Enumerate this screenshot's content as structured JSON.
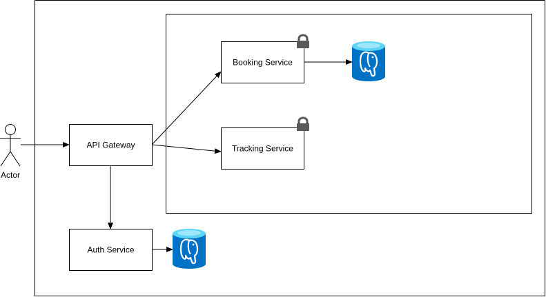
{
  "diagram": {
    "actor": {
      "label": "Actor"
    },
    "nodes": {
      "api_gateway": {
        "label": "API Gateway"
      },
      "booking_service": {
        "label": "Booking Service",
        "locked": true,
        "database_icon": "postgresql-database-icon"
      },
      "tracking_service": {
        "label": "Tracking Service",
        "locked": true
      },
      "auth_service": {
        "label": "Auth Service",
        "database_icon": "postgresql-database-icon"
      }
    },
    "edges": [
      {
        "from": "actor",
        "to": "api_gateway"
      },
      {
        "from": "api_gateway",
        "to": "booking_service"
      },
      {
        "from": "api_gateway",
        "to": "tracking_service"
      },
      {
        "from": "api_gateway",
        "to": "auth_service"
      },
      {
        "from": "booking_service",
        "to": "booking_db"
      },
      {
        "from": "auth_service",
        "to": "auth_db"
      }
    ],
    "colors": {
      "stroke": "#000000",
      "lock": "#595959",
      "db_body": "#0072c6",
      "db_top": "#5bd4f5",
      "db_highlight": "#9ee6fb",
      "elephant": "#ffffff"
    }
  }
}
